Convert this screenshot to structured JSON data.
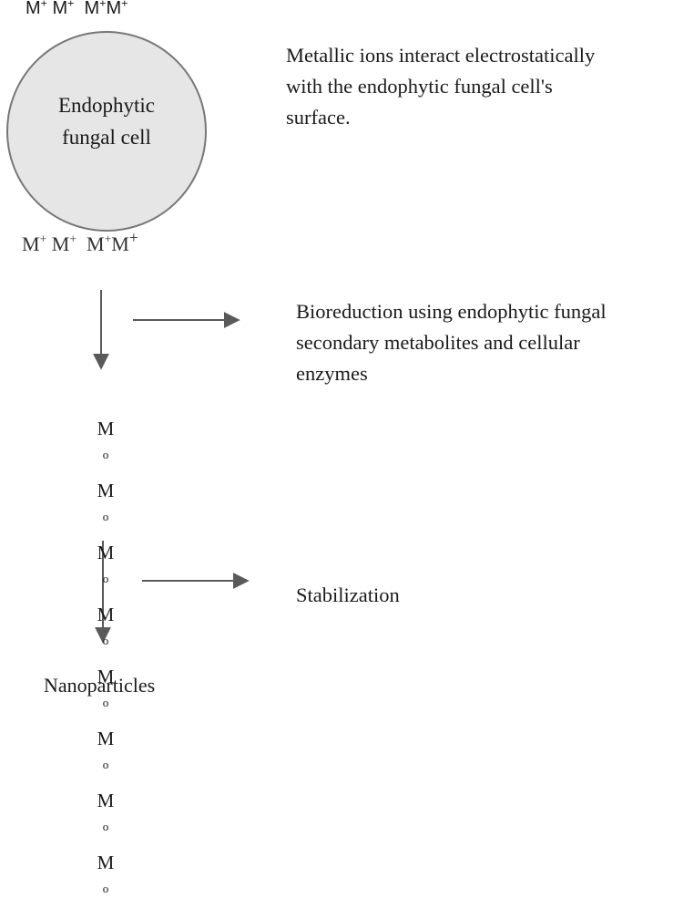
{
  "ions_top": {
    "groups": [
      "M",
      "M",
      "M",
      "M"
    ],
    "charge": "+"
  },
  "cell": {
    "label_lines": [
      "Endophytic",
      "fungal cell"
    ],
    "fill_color": "#e6e6e6",
    "stroke_color": "#777777"
  },
  "ions_bottom": {
    "groups": [
      "M",
      "M",
      "M",
      "M"
    ],
    "charge": "+"
  },
  "notes": {
    "electrostatic": [
      "Metallic ions interact electrostatically",
      "with the endophytic fungal cell's",
      "surface."
    ],
    "bioreduction": [
      "Bioreduction using endophytic fungal",
      "secondary metabolites and cellular",
      "enzymes"
    ],
    "stabilization": "Stabilization"
  },
  "reduced_metal": {
    "rows": [
      [
        "M",
        "M",
        "M"
      ],
      [
        "M",
        "M"
      ],
      [
        "M",
        "M",
        "M"
      ]
    ],
    "oxidation_mark": "o"
  },
  "product": "Nanoparticles",
  "arrow_color": "#5a5a5a"
}
